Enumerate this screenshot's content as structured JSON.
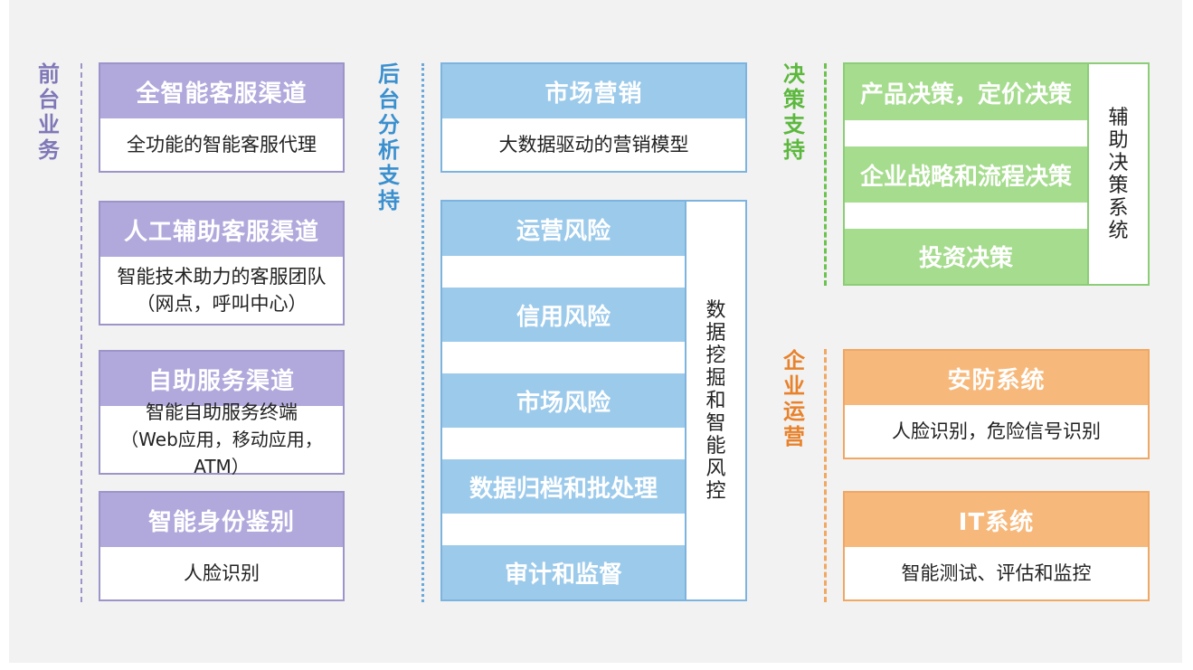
{
  "colors": {
    "purple": "#b1a8dc",
    "blue": "#9ccaeb",
    "green": "#a6dc8e",
    "orange": "#f7b97b",
    "purple_label": "#7f78b8",
    "blue_label": "#3a8fcf",
    "green_label": "#5cb83d",
    "orange_label": "#e8822b"
  },
  "front": {
    "label": [
      "前",
      "台",
      "业",
      "务"
    ],
    "cards": [
      {
        "title": "全智能客服渠道",
        "lines": [
          "全功能的智能客服代理"
        ]
      },
      {
        "title": "人工辅助客服渠道",
        "lines": [
          "智能技术助力的客服团队",
          "（网点，呼叫中心）"
        ]
      },
      {
        "title": "自助服务渠道",
        "lines": [
          "智能自助服务终端",
          "（Web应用，移动应用，ATM）"
        ]
      },
      {
        "title": "智能身份鉴别",
        "lines": [
          "人脸识别"
        ]
      }
    ]
  },
  "back": {
    "label": [
      "后",
      "台",
      "分",
      "析",
      "支",
      "持"
    ],
    "marketing": {
      "title": "市场营销",
      "lines": [
        "大数据驱动的营销模型"
      ]
    },
    "risk_items": [
      "运营风险",
      "信用风险",
      "市场风险",
      "数据归档和批处理",
      "审计和监督"
    ],
    "risk_side": [
      "数",
      "据",
      "挖",
      "掘",
      "和",
      "智",
      "能",
      "风",
      "控"
    ]
  },
  "decision": {
    "label": [
      "决",
      "策",
      "支",
      "持"
    ],
    "items": [
      "产品决策，定价决策",
      "企业战略和流程决策",
      "投资决策"
    ],
    "side": [
      "辅",
      "助",
      "决",
      "策",
      "系",
      "统"
    ]
  },
  "ops": {
    "label": [
      "企",
      "业",
      "运",
      "营"
    ],
    "cards": [
      {
        "title": "安防系统",
        "lines": [
          "人脸识别，危险信号识别"
        ]
      },
      {
        "title": "IT系统",
        "lines": [
          "智能测试、评估和监控"
        ]
      }
    ]
  }
}
